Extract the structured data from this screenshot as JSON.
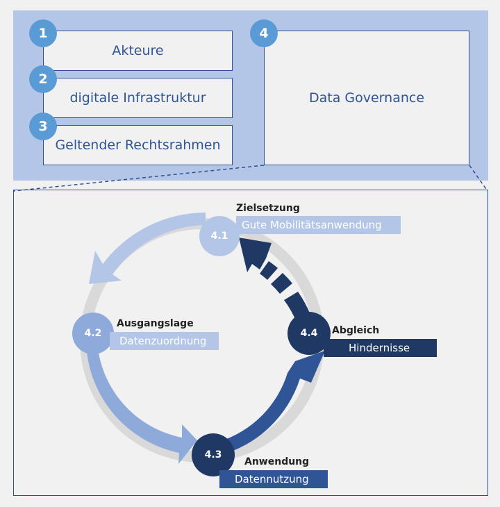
{
  "top": {
    "boxes": [
      {
        "number": "1",
        "label": "Akteure"
      },
      {
        "number": "2",
        "label": "digitale Infrastruktur"
      },
      {
        "number": "3",
        "label": "Geltender Rechtsrahmen"
      },
      {
        "number": "4",
        "label": "Data Governance"
      }
    ]
  },
  "cycle": {
    "stages": [
      {
        "number": "4.1",
        "title": "Zielsetzung",
        "label": "Gute Mobilitätsanwendung",
        "color": "#b4c6e7",
        "label_color": "#b4c6e7",
        "text_color": "#ffffff"
      },
      {
        "number": "4.2",
        "title": "Ausgangslage",
        "label": "Datenzuordnung",
        "color": "#8eaadb",
        "label_color": "#b4c6e7",
        "text_color": "#ffffff"
      },
      {
        "number": "4.3",
        "title": "Anwendung",
        "label": "Datennutzung",
        "color": "#1f3864",
        "label_color": "#2f5597",
        "text_color": "#ffffff"
      },
      {
        "number": "4.4",
        "title": "Abgleich",
        "label": "Hindernisse",
        "color": "#1f3864",
        "label_color": "#1f3864",
        "text_color": "#ffffff"
      }
    ]
  },
  "colors": {
    "background": "#f1f1f2",
    "top_panel": "#b4c6e7",
    "border": "#2f4e8f",
    "number_badge": "#5b9bd5",
    "arrow_light": "#b4c6e7",
    "arrow_mid": "#8eaadb",
    "arrow_dark": "#2f5597",
    "arrow_darkest": "#1f3864",
    "ring": "#d9d9d9"
  }
}
